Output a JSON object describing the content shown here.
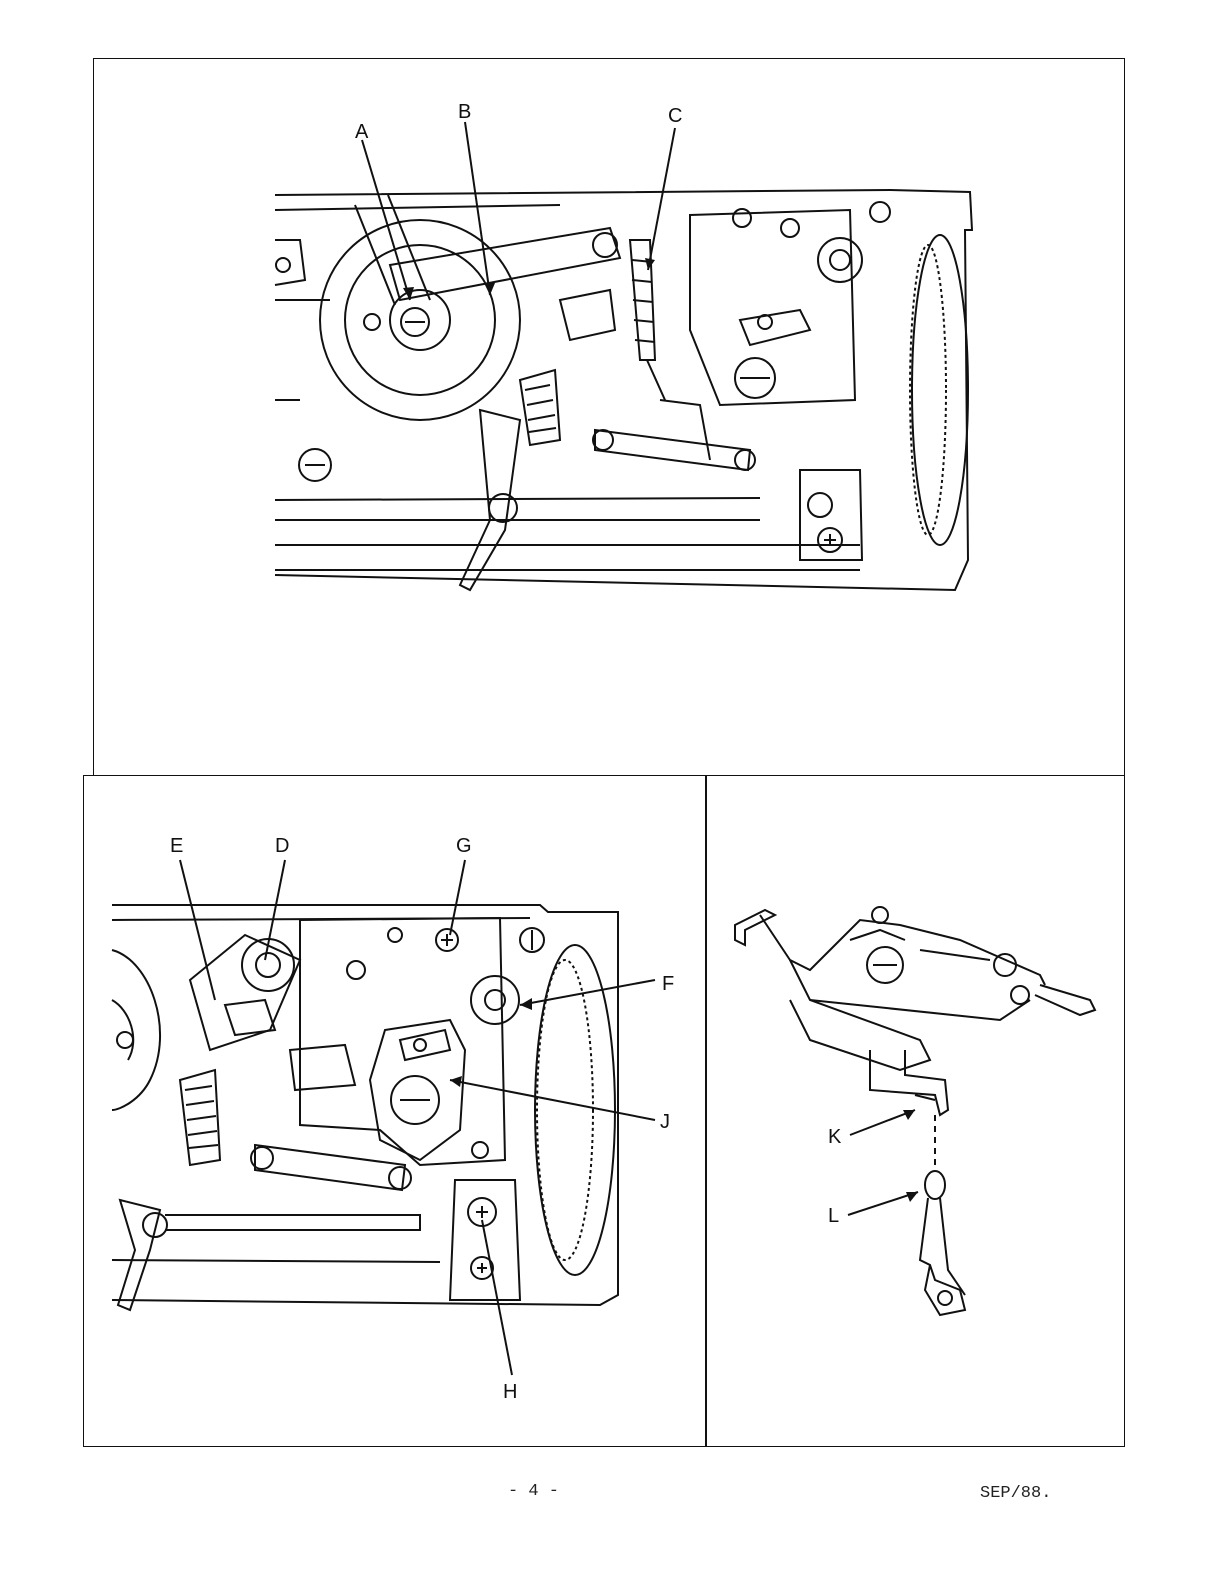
{
  "figure_top": {
    "labels": {
      "a": "A",
      "b": "B",
      "c": "C"
    }
  },
  "figure_bottom_left": {
    "labels": {
      "d": "D",
      "e": "E",
      "f": "F",
      "g": "G",
      "h": "H",
      "j": "J"
    }
  },
  "figure_bottom_right": {
    "labels": {
      "k": "K",
      "l": "L"
    }
  },
  "footer": {
    "page_number": "- 4 -",
    "date": "SEP/88."
  }
}
